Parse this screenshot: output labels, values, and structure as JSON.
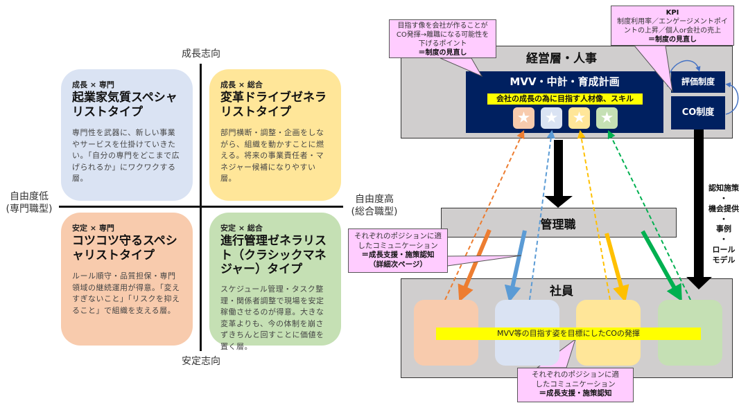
{
  "quadrant": {
    "axis_top": "成長志向",
    "axis_bottom": "安定志向",
    "axis_left": [
      "自由度低",
      "(専門職型)"
    ],
    "axis_right": [
      "自由度高",
      "(総合職型)"
    ],
    "cells": [
      {
        "tag": "成長 × 専門",
        "title": "起業家気質スペシャリストタイプ",
        "desc": "専門性を武器に、新しい事業やサービスを仕掛けていきたい。「自分の専門をどこまで広げられるか」にワクワクする層。",
        "color": "#dae3f3"
      },
      {
        "tag": "成長 × 総合",
        "title": "変革ドライブゼネラリストタイプ",
        "desc": "部門横断・調整・企画をしながら、組織を動かすことに燃える。将来の事業責任者・マネジャー候補になりやすい層。",
        "color": "#ffe699"
      },
      {
        "tag": "安定 × 専門",
        "title": "コツコツ守るスペシャリストタイプ",
        "desc": "ルール順守・品質担保・専門領域の継続運用が得意。「変えすぎないこと」「リスクを抑えること」で組織を支える層。",
        "color": "#f8cbad"
      },
      {
        "tag": "安定 × 総合",
        "title": "進行管理ゼネラリスト（クラシックマネジャー）タイプ",
        "desc": "スケジュール管理・タスク整理・関係者調整で現場を安定稼働させるのが得意。大きな変革よりも、今の体制を崩さずきちんと回すことに価値を置く層。",
        "color": "#c5e0b4"
      }
    ]
  },
  "diagram": {
    "callout_left_top": {
      "lines": [
        "目指す像を会社が作ることが",
        "CO発揮→離職になる可能性を",
        "下げるポイント"
      ],
      "bold": "＝制度の見直し"
    },
    "callout_kpi": {
      "heading": "KPI",
      "lines": [
        "制度利用率／エンゲージメントポイ",
        "ントの上昇／個人or会社の売上"
      ],
      "bold": "＝制度の見直し"
    },
    "management_band": "経営層・人事",
    "mvv_title": "MVV・中計・育成計画",
    "mvv_subtitle": "会社の成長の為に目指す人材像、スキル",
    "star_glyph": "★",
    "star_colors": [
      "#f8cbad",
      "#dae3f3",
      "#ffe699",
      "#c5e0b4"
    ],
    "hr_systems": [
      "評価制度",
      "CO制度"
    ],
    "side_label": [
      "認知施策",
      "・",
      "機会提供",
      "・",
      "事例",
      "・",
      "ロール",
      "モデル"
    ],
    "manager_band": "管理職",
    "callout_mid": {
      "lines": [
        "それぞれのポジションに適",
        "したコミュニケーション"
      ],
      "bold": "＝成長支援・施策認知",
      "sub": "（詳細次ページ）"
    },
    "employee_band": "社員",
    "employee_colors": [
      "#f8cbad",
      "#dae3f3",
      "#ffe699",
      "#c5e0b4"
    ],
    "co_bar": "MVV等の目指す姿を目標にしたCOの発揮",
    "callout_bottom": {
      "lines": [
        "それぞれのポジションに適",
        "したコミュニケーション"
      ],
      "bold": "＝成長支援・施策認知"
    },
    "arrow_colors": [
      "#ed7d31",
      "#5b9bd5",
      "#ffc000",
      "#00b050"
    ]
  }
}
